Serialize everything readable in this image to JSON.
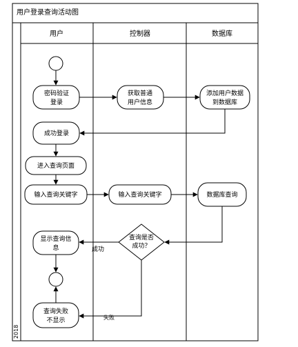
{
  "diagram": {
    "title": "用户登录查询活动图",
    "side_label": "2018",
    "lanes": [
      {
        "label": "用户"
      },
      {
        "label": "控制器"
      },
      {
        "label": "数据库"
      }
    ],
    "nodes": {
      "password_verify": [
        "密码验证",
        "登录"
      ],
      "get_user_info": [
        "获取普通",
        "用户信息"
      ],
      "add_user_data": [
        "添加用户数据",
        "到数据库"
      ],
      "login_success": [
        "成功登录"
      ],
      "enter_query_page": [
        "进入查询页面"
      ],
      "input_keyword_user": [
        "输入查询关键字"
      ],
      "input_keyword_ctrl": [
        "输入查询关键字"
      ],
      "db_query": [
        "数据库查询"
      ],
      "show_query_info": [
        "显示查询信",
        "息"
      ],
      "query_success_decision": [
        "查询是否",
        "成功？"
      ],
      "query_fail_hide": [
        "查询失败",
        "不显示"
      ]
    },
    "edge_labels": {
      "success": "成功",
      "fail": "失败"
    }
  }
}
